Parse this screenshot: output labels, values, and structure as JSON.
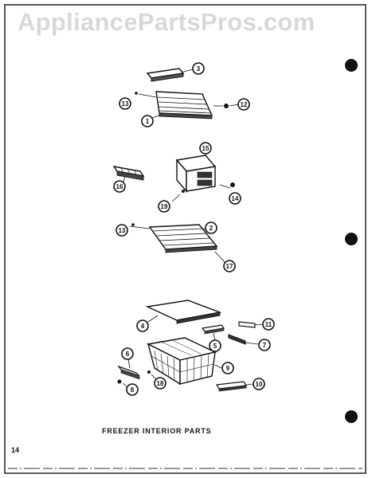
{
  "watermark": "AppliancePartsPros.com",
  "caption": "FREEZER INTERIOR PARTS",
  "page_number": "14",
  "callouts": {
    "c1": "1",
    "c2": "2",
    "c3": "3",
    "c4": "4",
    "c5": "5",
    "c6": "6",
    "c7": "7",
    "c8": "8",
    "c9": "9",
    "c10": "10",
    "c11": "11",
    "c12": "12",
    "c13a": "13",
    "c13b": "13",
    "c14": "14",
    "c15": "15",
    "c16": "16",
    "c17": "17",
    "c18": "18",
    "c19": "19"
  }
}
